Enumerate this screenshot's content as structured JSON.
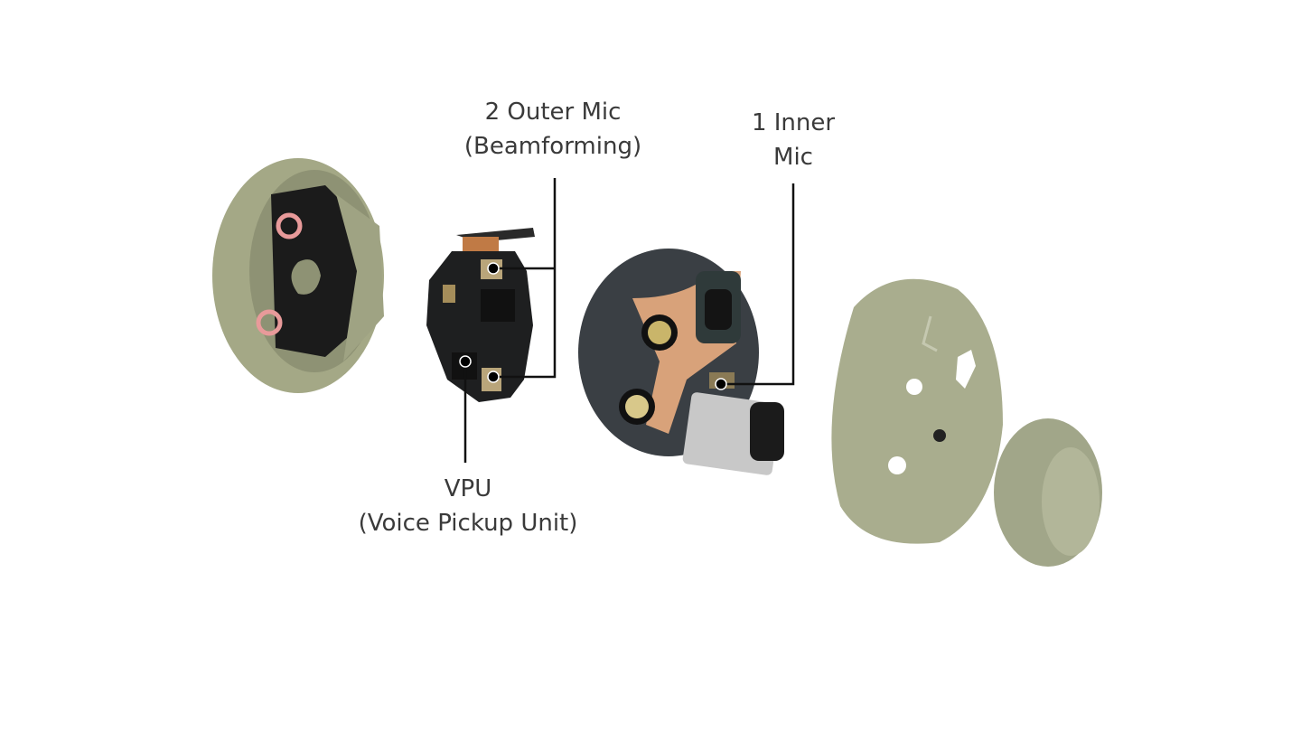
{
  "labels": {
    "outer_mic": {
      "line1": "2 Outer Mic",
      "line2": "(Beamforming)"
    },
    "inner_mic": {
      "line1": "1 Inner",
      "line2": "Mic"
    },
    "vpu": {
      "line1": "VPU",
      "line2": "(Voice Pickup Unit)"
    }
  },
  "colors": {
    "shell": "#a9ad8e",
    "pcb": "#1e1f20",
    "copper": "#c98a5a",
    "text": "#3a3a3a",
    "leader": "#111111"
  }
}
